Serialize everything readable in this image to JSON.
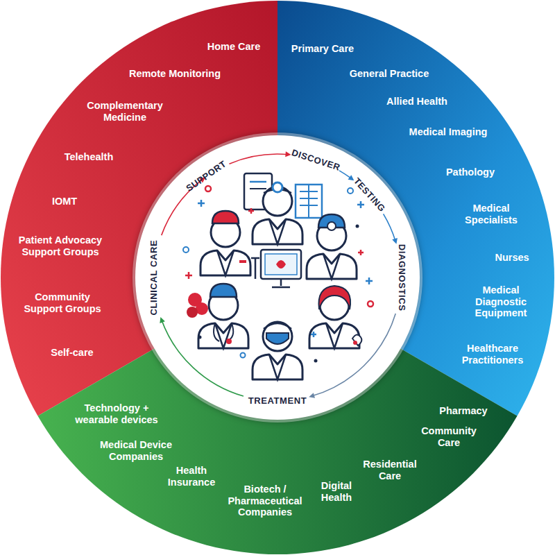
{
  "diagram": {
    "nodes": [
      {
        "text": [
          "Home Care",
          "Remote Monitoring",
          "Complementary Medicine",
          "Telehealth",
          "IOMT",
          "Patient Advocacy Support Groups",
          "Community Support Groups",
          "Self-care"
        ]
      },
      {
        "text": [
          "Primary Care",
          "General Practice",
          "Allied Health",
          "Medical Imaging",
          "Pathology",
          "Medical Specialists",
          "Nurses",
          "Medical Diagnostic Equipment",
          "Healthcare Practitioners"
        ]
      },
      {
        "text": [
          "Technology + wearable devices",
          "Medical Device Companies",
          "Health Insurance",
          "Biotech / Pharmaceutical Companies",
          "Digital Health",
          "Residential Care",
          "Community Care",
          "Pharmacy"
        ]
      },
      {
        "text": [
          "SUPPORT",
          "DISCOVER",
          "TESTING",
          "DIAGNOSTICS",
          "TREATMENT",
          "CLINICAL CARE"
        ]
      }
    ]
  }
}
